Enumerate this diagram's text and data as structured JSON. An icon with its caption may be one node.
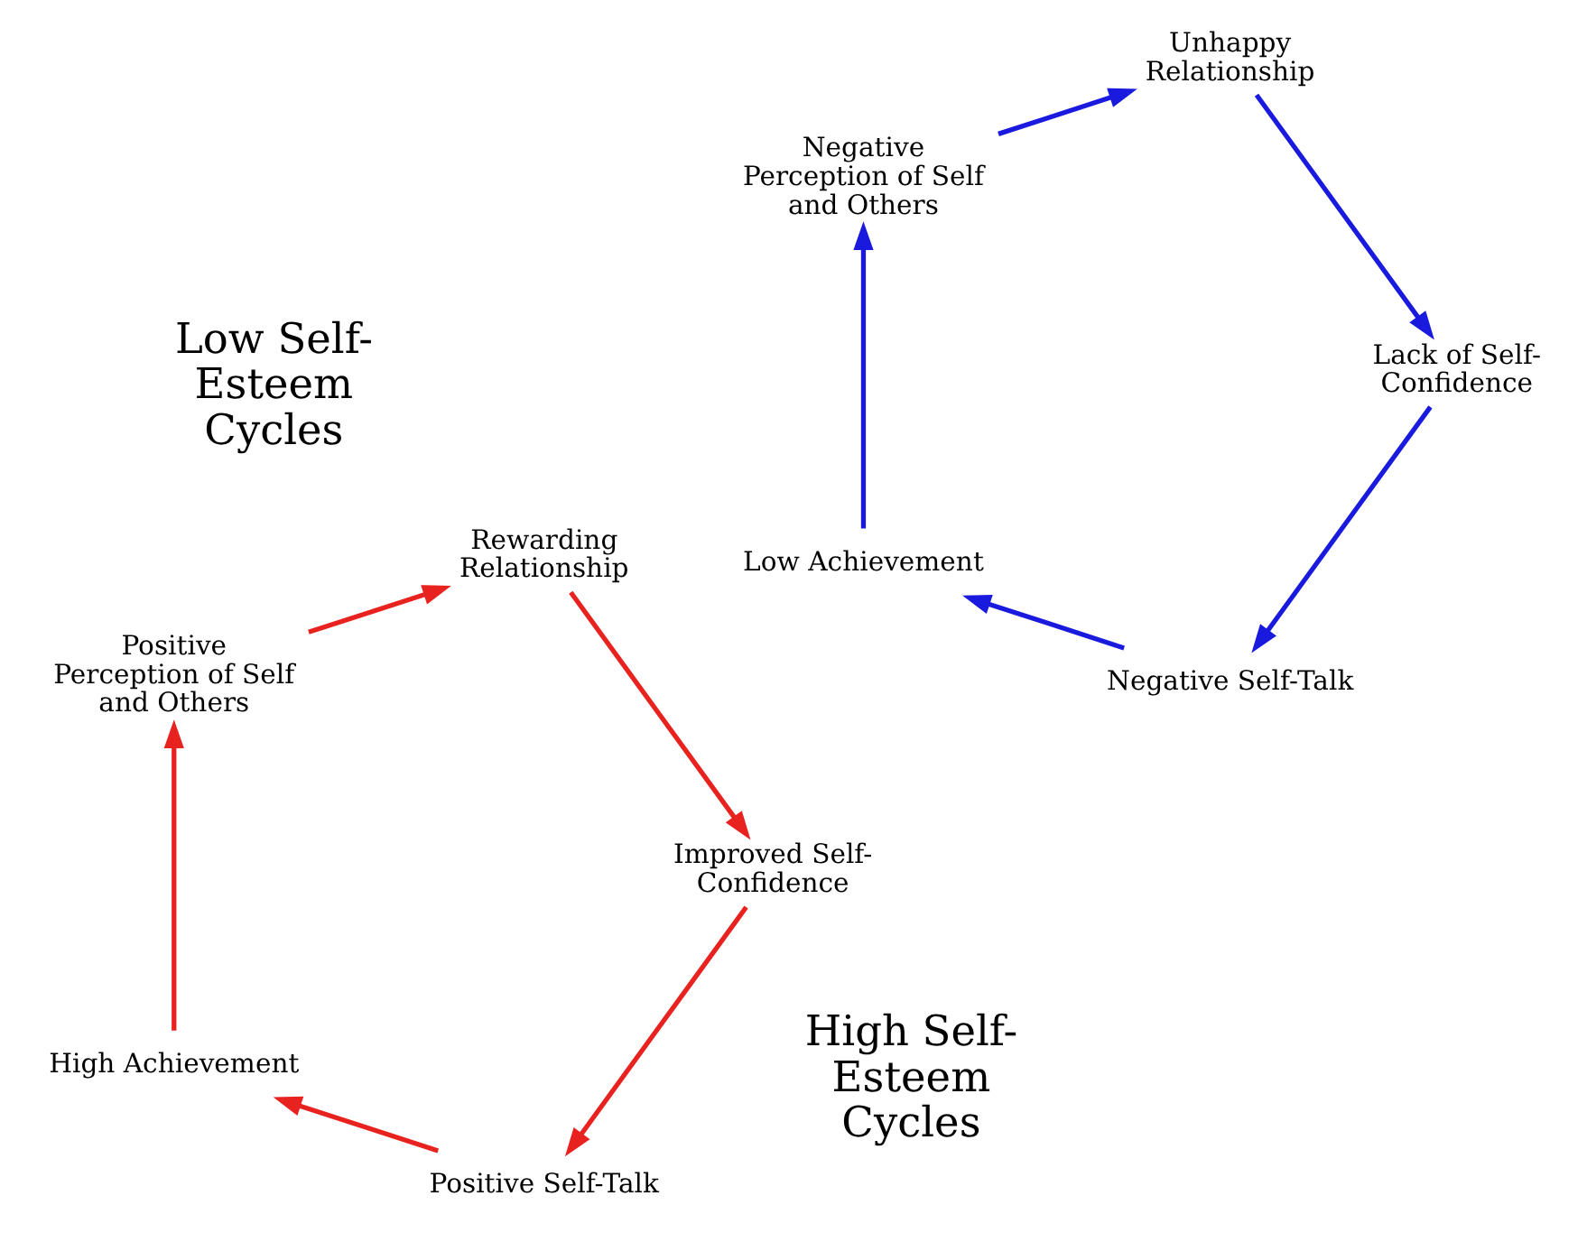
{
  "diagram": {
    "nodes": [
      {
        "text": [
          "Positive Self-Talk"
        ]
      },
      {
        "text": [
          "High Achievement"
        ]
      },
      {
        "text": [
          "Positive Perception of Self and Others"
        ]
      },
      {
        "text": [
          "Rewarding Relationship"
        ]
      },
      {
        "text": [
          "Improved Self-Confidence"
        ]
      },
      {
        "text": [
          "Negative Self-Talk"
        ]
      },
      {
        "text": [
          "Low Achievement"
        ]
      },
      {
        "text": [
          "Negative Perception of Self and Others"
        ]
      },
      {
        "text": [
          "Unhappy Relationship"
        ]
      },
      {
        "text": [
          "Lack of Self-Confidence"
        ]
      }
    ],
    "edges": [
      {
        "from": 0,
        "to": 1,
        "arrow": "to",
        "color": "#e8231f"
      },
      {
        "from": 1,
        "to": 2,
        "arrow": "to",
        "color": "#e8231f"
      },
      {
        "from": 2,
        "to": 3,
        "arrow": "to",
        "color": "#e8231f"
      },
      {
        "from": 3,
        "to": 4,
        "arrow": "to",
        "color": "#e8231f"
      },
      {
        "from": 4,
        "to": 0,
        "arrow": "to",
        "color": "#e8231f"
      },
      {
        "from": 5,
        "to": 6,
        "arrow": "to",
        "color": "#1a1adf"
      },
      {
        "from": 6,
        "to": 7,
        "arrow": "to",
        "color": "#1a1adf"
      },
      {
        "from": 7,
        "to": 8,
        "arrow": "to",
        "color": "#1a1adf"
      },
      {
        "from": 8,
        "to": 9,
        "arrow": "to",
        "color": "#1a1adf"
      },
      {
        "from": 9,
        "to": 5,
        "arrow": "to",
        "color": "#1a1adf"
      }
    ],
    "labels": [
      "High Self-Esteem Cycles",
      "Low Self-Esteem Cycles"
    ]
  }
}
